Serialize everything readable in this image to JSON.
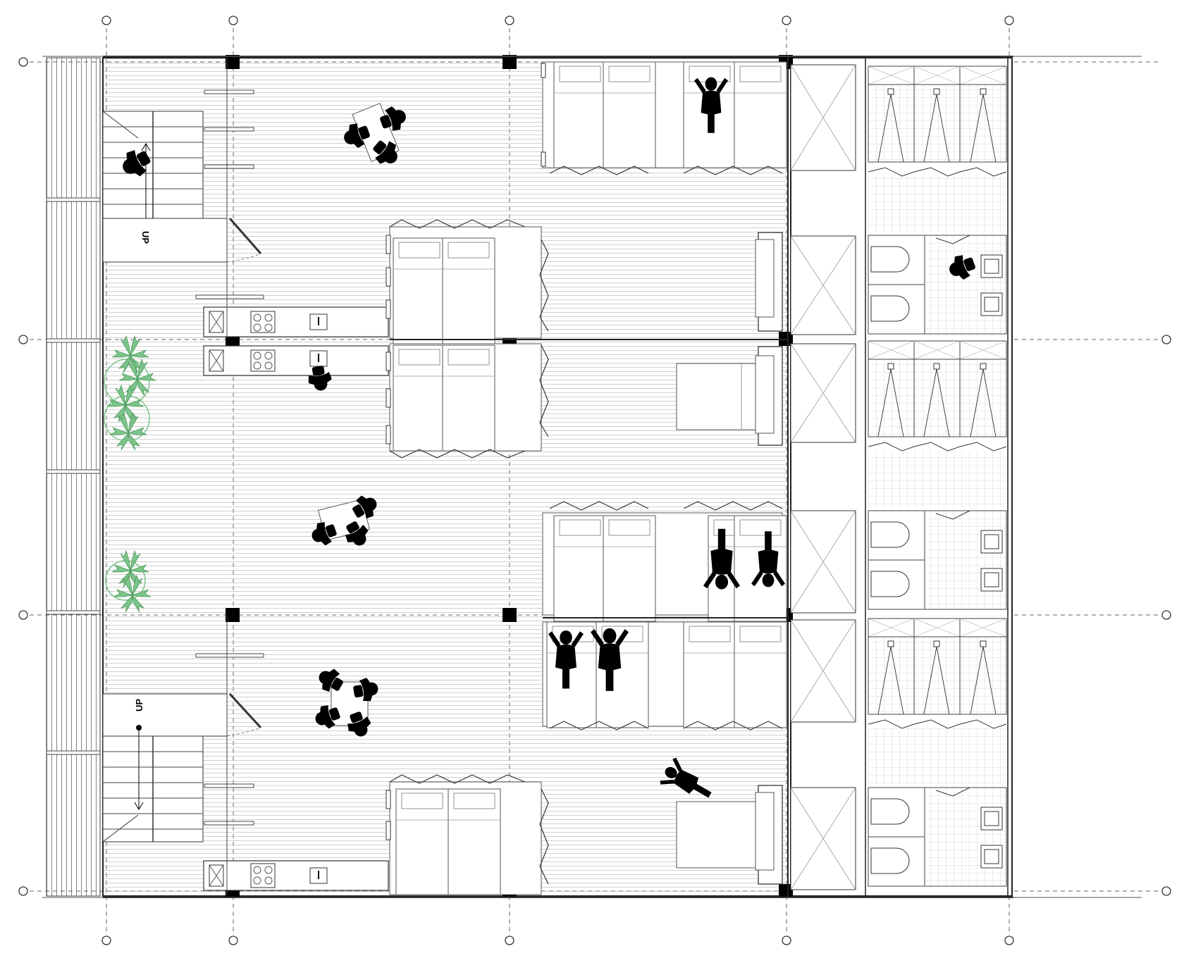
{
  "drawing": {
    "stair_labels": [
      "UP",
      "UP"
    ],
    "colors": {
      "line": "#222222",
      "floor_hatch": "#bbbbbb",
      "plants": "#7cc48a",
      "figures": "#000000"
    }
  },
  "elements": {
    "stairs": 2,
    "kitchenettes": 3,
    "bunk_rooms": 8,
    "bathroom_modules": 6,
    "plants": 6
  }
}
